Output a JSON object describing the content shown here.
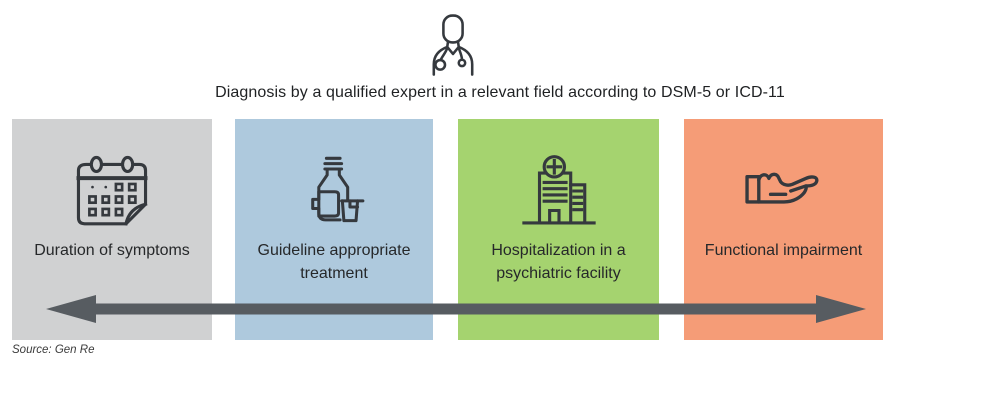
{
  "header": {
    "icon": "doctor-icon",
    "title": "Diagnosis by a qualified expert in a relevant field according to DSM-5 or ICD-11"
  },
  "criteria": [
    {
      "label": "Duration of symptoms",
      "icon": "calendar-icon",
      "color": "#d0d1d2"
    },
    {
      "label": "Guideline appropriate treatment",
      "icon": "medicine-bottle-icon",
      "color": "#aec9dd"
    },
    {
      "label": "Hospitalization in a psychiatric facility",
      "icon": "hospital-icon",
      "color": "#a5d36f"
    },
    {
      "label": "Functional impairment",
      "icon": "helping-hand-icon",
      "color": "#f59c77"
    }
  ],
  "arrow": {
    "direction": "double-headed",
    "color": "#575c61"
  },
  "colors": {
    "background": "#ffffff",
    "icon_stroke": "#35393e",
    "title_text": "#1f2123",
    "label_text": "#26282a"
  },
  "source": "Source: Gen Re"
}
